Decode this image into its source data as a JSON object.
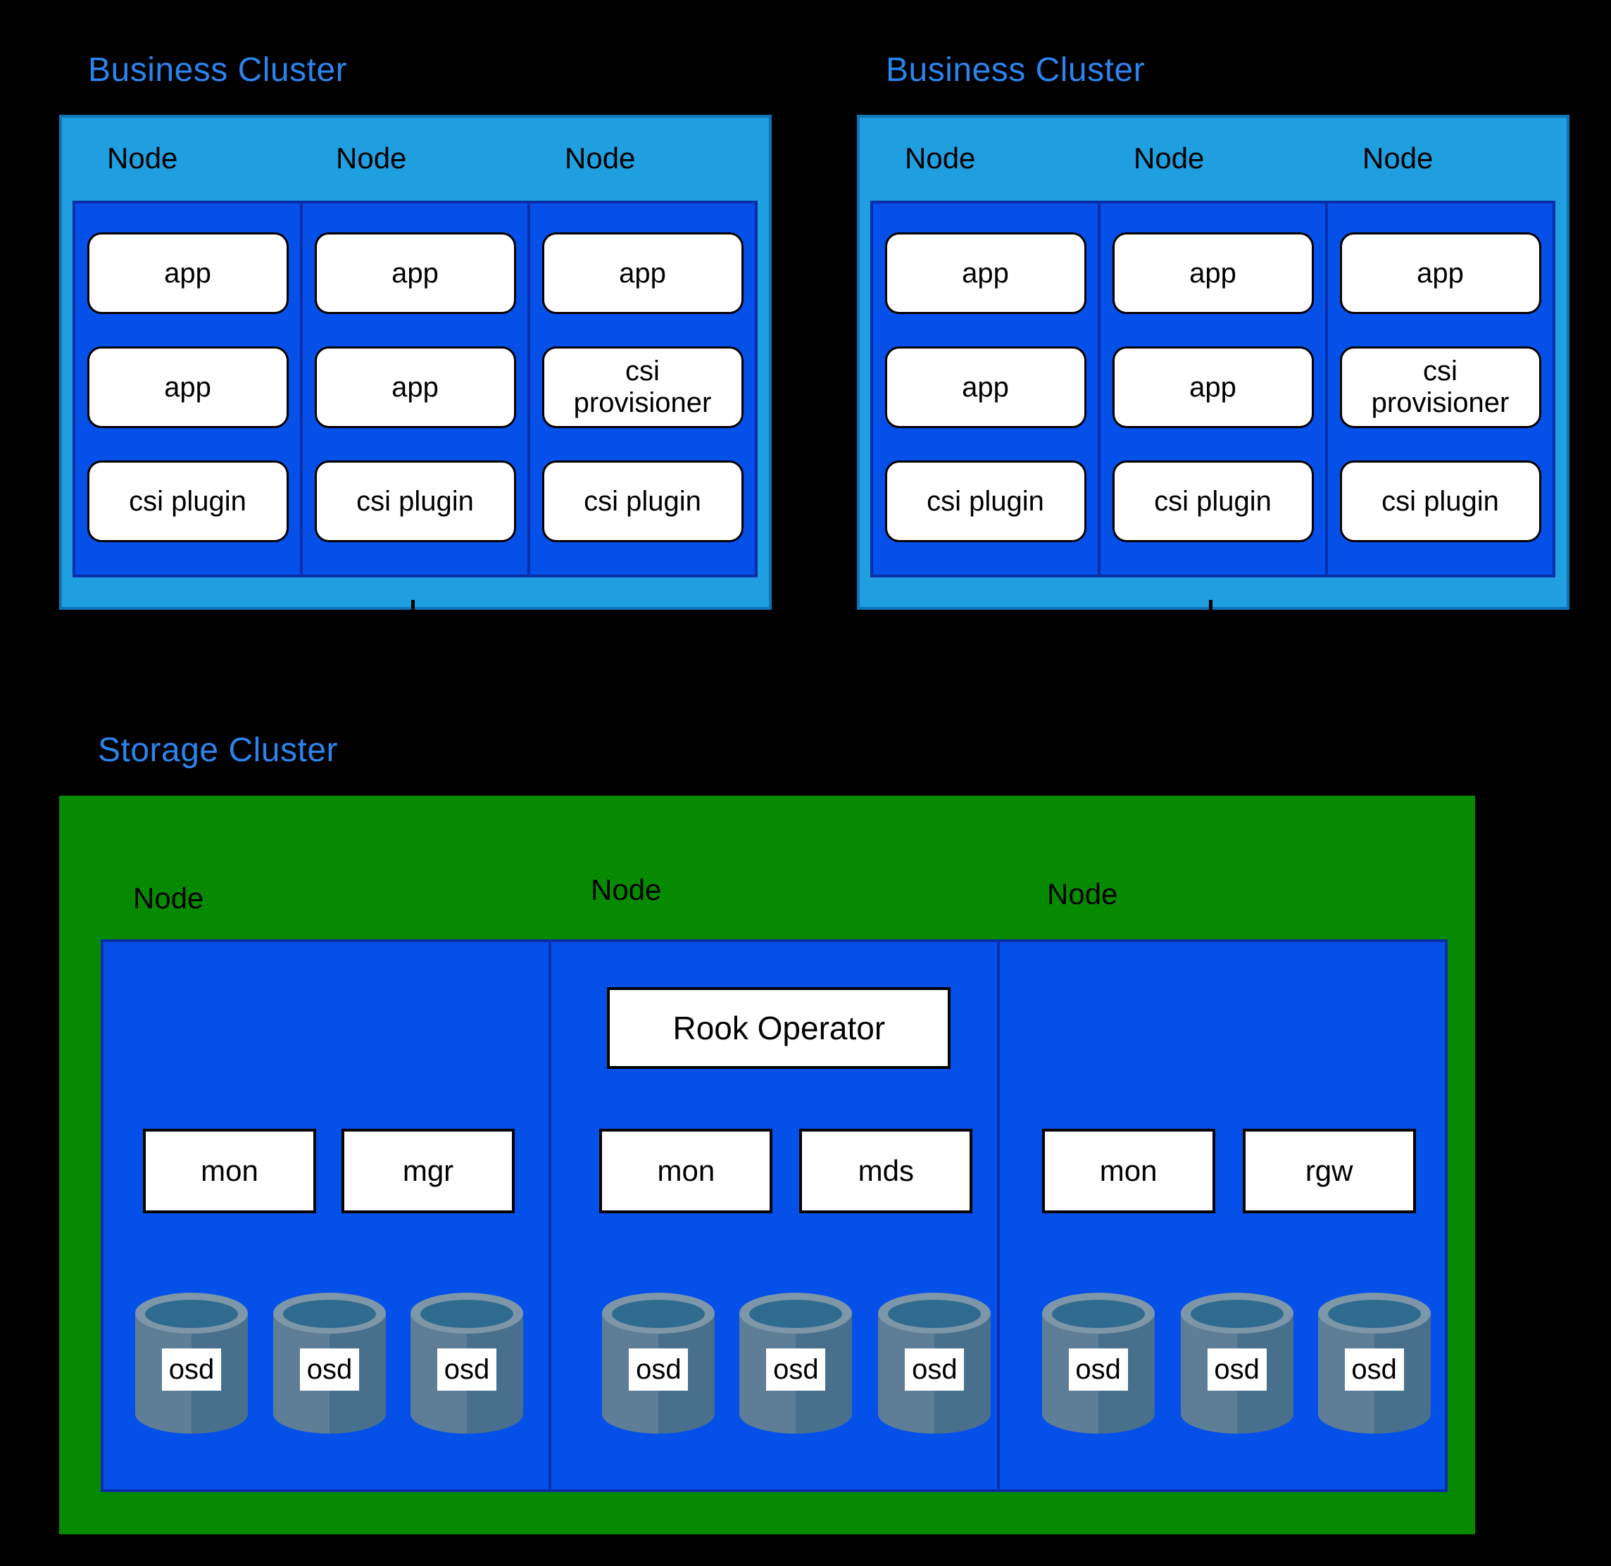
{
  "background_color": "#000000",
  "colors": {
    "title_blue": "#2b84ee",
    "business_cluster_fill": "#1f9ee0",
    "business_cluster_border": "#0e74b8",
    "node_panel_fill": "#0550e8",
    "node_panel_border": "#0a2da8",
    "storage_cluster_fill": "#088a00",
    "pod_fill": "#ffffff",
    "pod_border": "#000000",
    "cylinder_left": "#5e7d96",
    "cylinder_right": "#48708d",
    "cylinder_rim": "#7d96a8",
    "cylinder_opening": "#2f6b8f"
  },
  "business_clusters": [
    {
      "title": "Business Cluster",
      "nodes": [
        {
          "label": "Node",
          "pods": [
            "app",
            "app",
            "csi plugin"
          ]
        },
        {
          "label": "Node",
          "pods": [
            "app",
            "app",
            "csi plugin"
          ]
        },
        {
          "label": "Node",
          "pods": [
            "app",
            "csi provisioner",
            "csi plugin"
          ]
        }
      ]
    },
    {
      "title": "Business Cluster",
      "nodes": [
        {
          "label": "Node",
          "pods": [
            "app",
            "app",
            "csi plugin"
          ]
        },
        {
          "label": "Node",
          "pods": [
            "app",
            "app",
            "csi plugin"
          ]
        },
        {
          "label": "Node",
          "pods": [
            "app",
            "csi provisioner",
            "csi plugin"
          ]
        }
      ]
    }
  ],
  "storage_cluster": {
    "title": "Storage Cluster",
    "nodes": [
      {
        "label": "Node",
        "operator": null,
        "services": [
          "mon",
          "mgr"
        ],
        "osds": [
          "osd",
          "osd",
          "osd"
        ]
      },
      {
        "label": "Node",
        "operator": "Rook Operator",
        "services": [
          "mon",
          "mds"
        ],
        "osds": [
          "osd",
          "osd",
          "osd"
        ]
      },
      {
        "label": "Node",
        "operator": null,
        "services": [
          "mon",
          "rgw"
        ],
        "osds": [
          "osd",
          "osd",
          "osd"
        ]
      }
    ]
  }
}
